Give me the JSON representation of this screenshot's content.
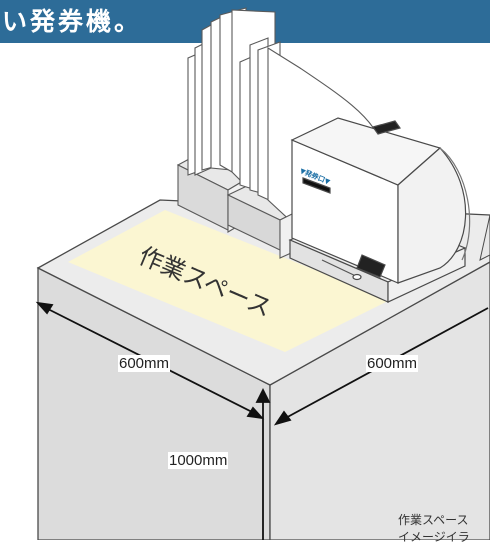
{
  "header": {
    "title": "い発券機。"
  },
  "illustration": {
    "workspace_label": "作業スペース",
    "width_label": "600mm",
    "depth_label": "600mm",
    "height_label": "1000mm",
    "ticket_exit_label": "▼発券口▼",
    "caption_line1": "作業スペース",
    "caption_line2": "イメージイラ"
  },
  "colors": {
    "banner": "#2d6c98",
    "workspace": "#fbf6d2",
    "table_top": "#ececec",
    "table_side": "#dedede",
    "outline": "#4a4a4a"
  }
}
